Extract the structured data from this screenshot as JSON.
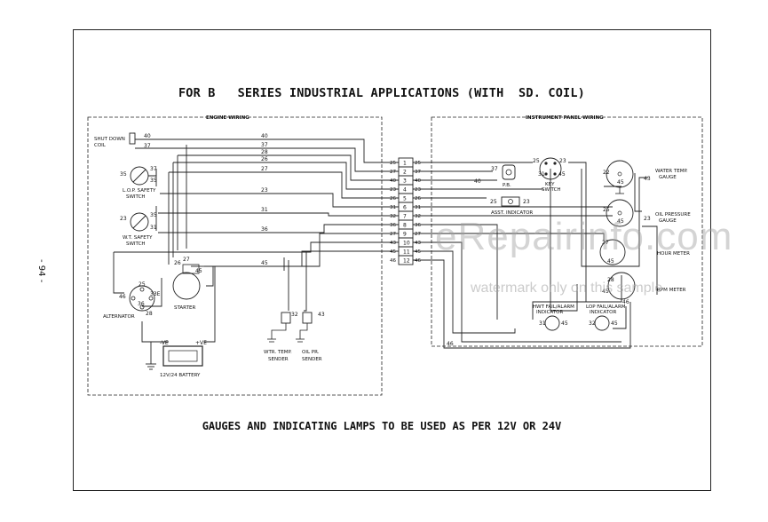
{
  "title": "FOR B   SERIES INDUSTRIAL APPLICATIONS (WITH  SD. COIL)",
  "footer": "GAUGES AND INDICATING LAMPS TO BE USED AS PER 12V OR 24V",
  "page_number": "- 94 -",
  "watermark": {
    "main": "eRepairinfo.com",
    "sub": "watermark only on this sample"
  },
  "sections": {
    "engine": "ENGINE WIRING",
    "panel": "INSTRUMENT PANEL WIRING"
  },
  "components": {
    "shutdown_coil_1": "SHUT DOWN",
    "shutdown_coil_2": "COIL",
    "lop_switch_1": "L.O.P. SAFETY",
    "lop_switch_2": "SWITCH",
    "wt_switch_1": "W.T. SAFETY",
    "wt_switch_2": "SWITCH",
    "alternator": "ALTERNATOR",
    "starter": "STARTER",
    "battery": "12V/24 BATTERY",
    "battery_neg": "-VE",
    "battery_pos": "+VE",
    "wtr_sender_1": "WTR. TEMP.",
    "wtr_sender_2": "SENDER",
    "oil_sender_1": "OIL PR.",
    "oil_sender_2": "SENDER",
    "pb": "P.B.",
    "key_switch_1": "KEY",
    "key_switch_2": "SWITCH",
    "asst_indicator": "ASST. INDICATOR",
    "water_gauge_1": "WATER TEMP.",
    "water_gauge_2": "GAUGE",
    "oil_gauge_1": "OIL PRESSURE",
    "oil_gauge_2": "GAUGE",
    "hour_meter": "HOUR METER",
    "rpm_meter": "RPM METER",
    "hwt_lamp_1": "HWT FAIL/ALARM",
    "hwt_lamp_2": "INDICATOR",
    "lop_lamp_1": "LOP FAIL/ALARM",
    "lop_lamp_2": "INDICATOR"
  },
  "terminals": [
    "1",
    "2",
    "3",
    "4",
    "5",
    "6",
    "7",
    "8",
    "9",
    "10",
    "11",
    "12"
  ],
  "left_wires": [
    "25",
    "27",
    "40",
    "23",
    "26",
    "31",
    "32",
    "36",
    "27",
    "43",
    "45",
    "46"
  ],
  "right_wires": [
    "25",
    "37",
    "40",
    "23",
    "26",
    "31",
    "32",
    "36",
    "27",
    "43",
    "45",
    "46"
  ],
  "engine_wires": [
    "40",
    "37",
    "28",
    "26",
    "27",
    "23",
    "31",
    "36",
    "45"
  ],
  "pin_labels": {
    "coil_top": "40",
    "coil_bot": "37",
    "lop_a": "35",
    "lop_b": "37",
    "lop_c": "35",
    "wt_a": "23",
    "wt_b": "31",
    "wt_c": "35",
    "alt_a": "25",
    "alt_b": "46",
    "alt_c": "33E",
    "alt_d": "28",
    "alt_e": "36",
    "st_a": "27",
    "st_b": "26",
    "st_c": "45",
    "snd_a": "32",
    "snd_b": "43",
    "pb_a": "37",
    "pb_b": "40",
    "key_a": "25",
    "key_b": "23",
    "key_c": "31",
    "key_d": "45",
    "asst_a": "25",
    "asst_b": "23",
    "wg_a": "22",
    "wg_b": "45",
    "wg_c": "43",
    "og_a": "25",
    "og_b": "45",
    "og_c": "23",
    "hm_a": "27",
    "hm_b": "45",
    "rpm_a": "28",
    "rpm_b": "45",
    "rpm_c": "46",
    "hwt_a": "31",
    "hwt_b": "45",
    "lopl_a": "32",
    "lopl_b": "45",
    "bottom_wire": "46"
  }
}
